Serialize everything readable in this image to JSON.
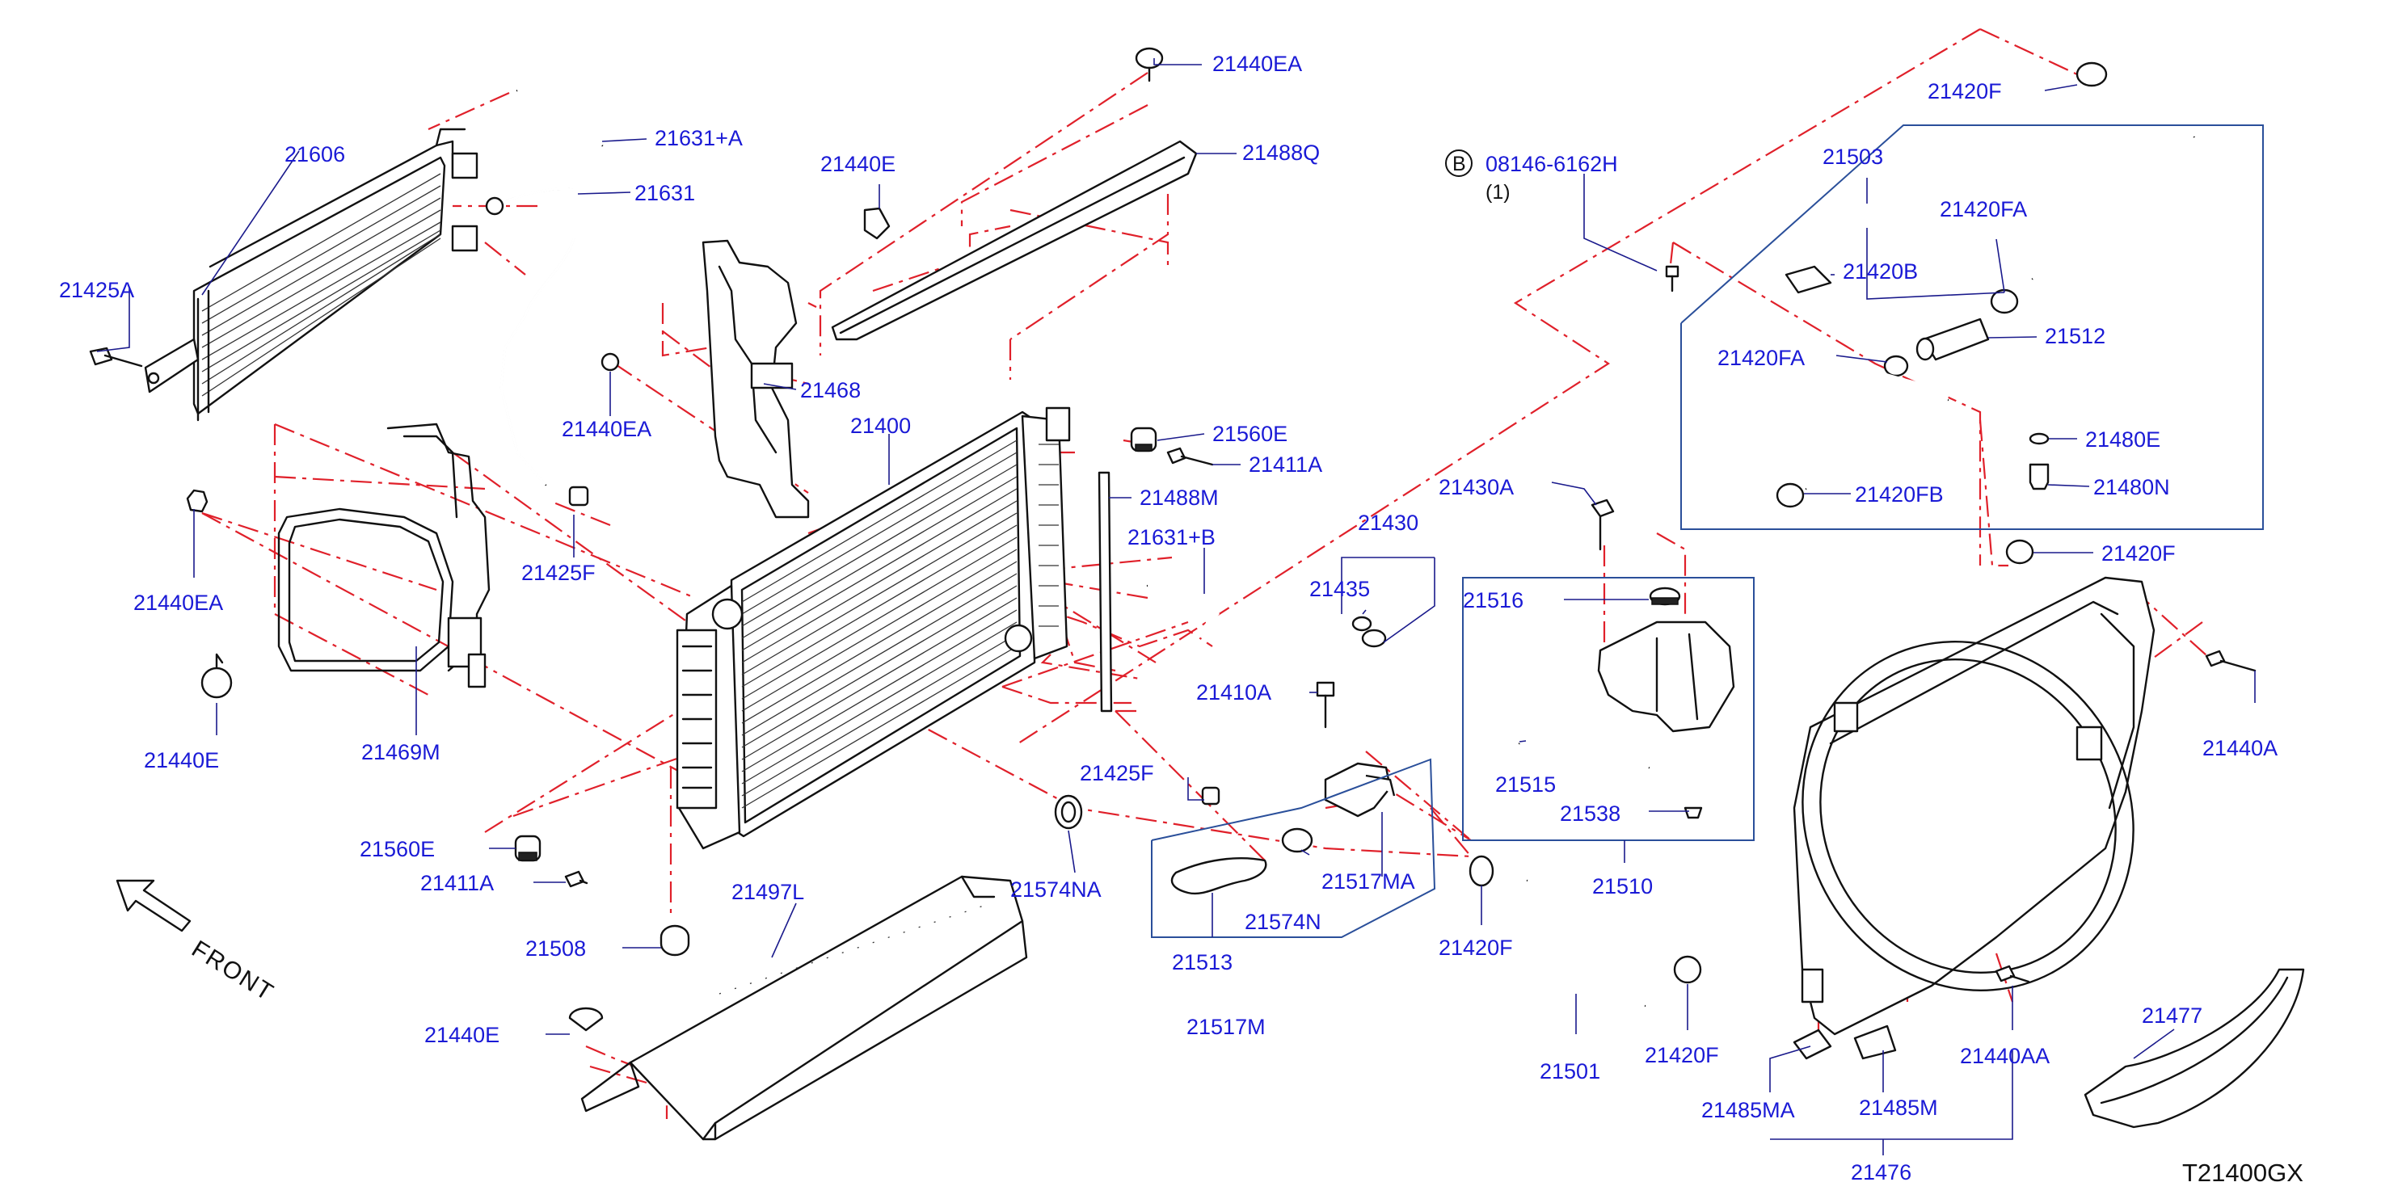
{
  "diagram_code": "T21400GX",
  "front_label": "FRONT",
  "bolt_ref": {
    "badge": "B",
    "part": "08146-6162H",
    "qty": "(1)"
  },
  "labels": {
    "p21606": "21606",
    "p21631a": "21631+A",
    "p21631": "21631",
    "p21425a": "21425A",
    "p21440ea_top": "21440EA",
    "p21488q": "21488Q",
    "p21440e_top": "21440E",
    "p21468": "21468",
    "p21440ea_mid": "21440EA",
    "p21400": "21400",
    "p21560e_top": "21560E",
    "p21411a_top": "21411A",
    "p21488m": "21488M",
    "p21631b": "21631+B",
    "p21425f_top": "21425F",
    "p21440ea_left": "21440EA",
    "p21440e_left": "21440E",
    "p21469m": "21469M",
    "p21560e_bot": "21560E",
    "p21411a_bot": "21411A",
    "p21508": "21508",
    "p21497l": "21497L",
    "p21440e_bot": "21440E",
    "p21574na": "21574NA",
    "p21425f_bot": "21425F",
    "p21410a": "21410A",
    "p21430": "21430",
    "p21435": "21435",
    "p21430a": "21430A",
    "p21516": "21516",
    "p21515": "21515",
    "p21538": "21538",
    "p21510": "21510",
    "p21513": "21513",
    "p21574n": "21574N",
    "p21517ma": "21517MA",
    "p21517m": "21517M",
    "p21420f_mid": "21420F",
    "p21501": "21501",
    "p21420f_bot": "21420F",
    "p21420f_top": "21420F",
    "p21503": "21503",
    "p21420fa_top": "21420FA",
    "p21420b": "21420B",
    "p21512": "21512",
    "p21420fa_mid": "21420FA",
    "p21480e": "21480E",
    "p21420fb": "21420FB",
    "p21480n": "21480N",
    "p21420f_right": "21420F",
    "p21440a": "21440A",
    "p21440aa": "21440AA",
    "p21477": "21477",
    "p21485ma": "21485MA",
    "p21485m": "21485M",
    "p21476": "21476"
  }
}
